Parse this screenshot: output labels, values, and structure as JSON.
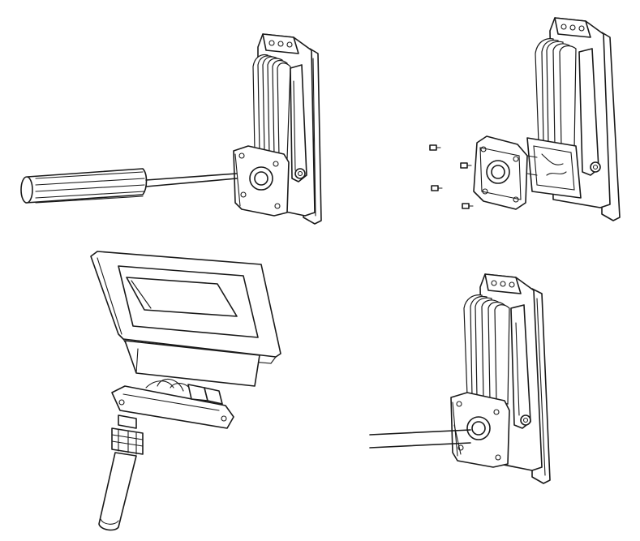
{
  "figure": {
    "panel_count": 4,
    "line_color": "#1a1a1a",
    "background": "#ffffff",
    "panels": [
      {
        "step": 1,
        "subject": "floodlight-with-screwdriver"
      },
      {
        "step": 2,
        "subject": "floodlight-with-removed-screws"
      },
      {
        "step": 3,
        "subject": "floodlight-open-junction-box-with-cable-gland"
      },
      {
        "step": 4,
        "subject": "floodlight-with-connected-cable"
      }
    ]
  }
}
